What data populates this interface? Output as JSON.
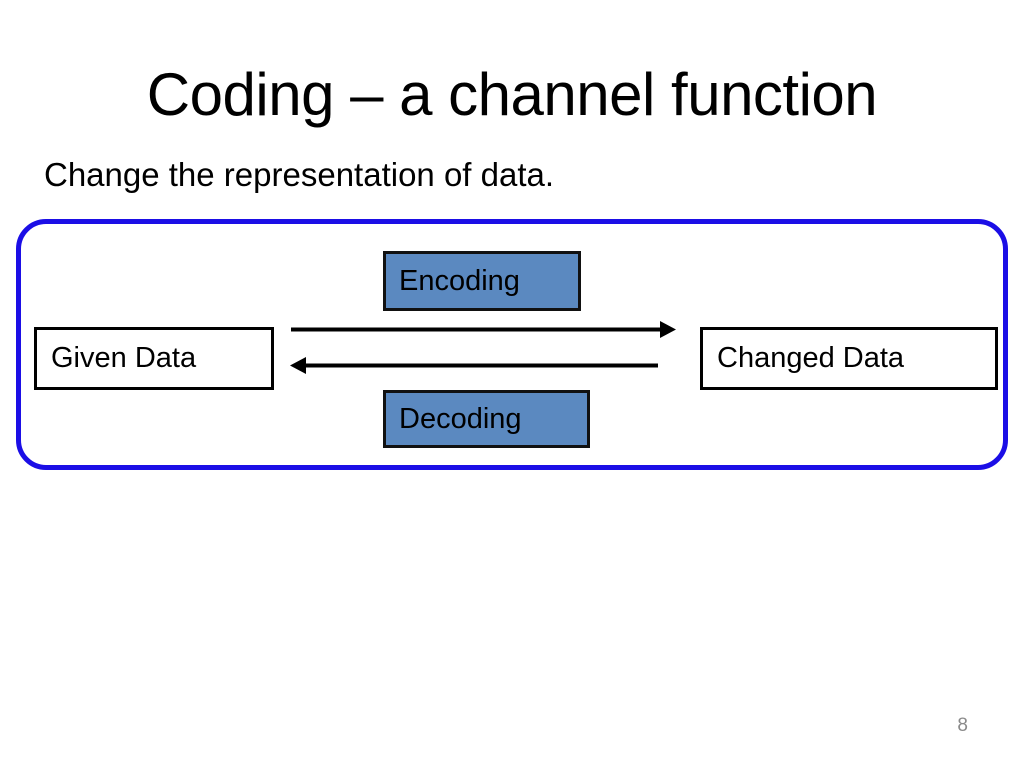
{
  "slide": {
    "title": "Coding – a channel function",
    "subtitle": "Change the representation of data.",
    "page_number": "8"
  },
  "diagram": {
    "frame_color": "#1b0ee6",
    "box_fill_blue": "#5b89c0",
    "box_fill_white": "#ffffff",
    "box_border": "#000000",
    "nodes": [
      {
        "id": "given-data",
        "label": "Given Data",
        "style": "white"
      },
      {
        "id": "changed-data",
        "label": "Changed Data",
        "style": "white"
      },
      {
        "id": "encoding",
        "label": "Encoding",
        "style": "blue"
      },
      {
        "id": "decoding",
        "label": "Decoding",
        "style": "blue"
      }
    ],
    "arrows": [
      {
        "id": "encode-arrow",
        "from": "given-data",
        "to": "changed-data",
        "direction": "right"
      },
      {
        "id": "decode-arrow",
        "from": "changed-data",
        "to": "given-data",
        "direction": "left"
      }
    ]
  }
}
